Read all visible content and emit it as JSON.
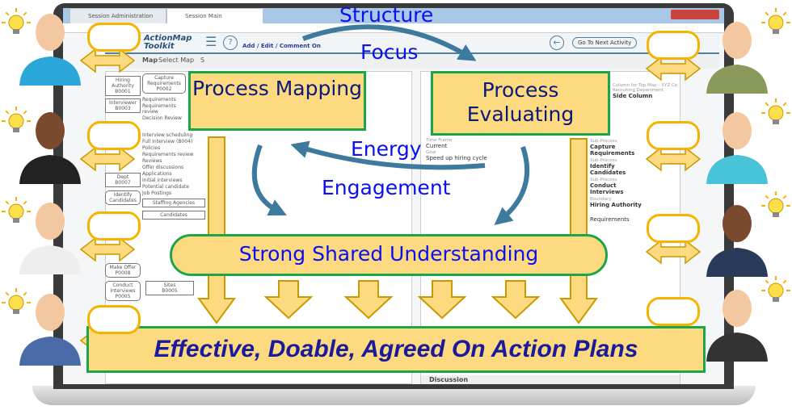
{
  "browser": {
    "tabs": [
      "Session Administration",
      "Session Main"
    ]
  },
  "app": {
    "logo": "ActionMap Toolkit",
    "help": "?",
    "center_link": "Add / Edit / Comment On",
    "next_button": "Go To Next Activity",
    "toolbar": [
      "Map",
      "Select Map",
      "S"
    ]
  },
  "map": {
    "boxes": [
      {
        "name": "Hiring Authority",
        "id": "B0001"
      },
      {
        "name": "Interviewer",
        "id": "B0003"
      },
      {
        "name": "Dept",
        "id": "B0007"
      },
      {
        "name": "Capture Requirements",
        "id": "P0002"
      },
      {
        "name": "Identify Candidates",
        "id": ""
      },
      {
        "name": "Conduct Interviews",
        "id": "P0005"
      },
      {
        "name": "Make Offer",
        "id": "P0008"
      },
      {
        "name": "Staffing Agencies",
        "id": ""
      },
      {
        "name": "Candidates",
        "id": ""
      },
      {
        "name": "Sites",
        "id": "B0005"
      }
    ],
    "flows": [
      "Requirements",
      "Requirements review",
      "Decision Review",
      "Interview scheduling",
      "Full Interview (B004)",
      "Policies",
      "Requirements review",
      "Reviews",
      "Offer discussions",
      "Applications",
      "Initial interviews",
      "Potential candidate",
      "Job Postings"
    ]
  },
  "right_panel": {
    "items": [
      {
        "label": "Time Frame",
        "value": "Current"
      },
      {
        "label": "Goal",
        "value": "Speed up hiring cycle"
      },
      {
        "label": "Sub-Process",
        "value": "Capture Requirements"
      },
      {
        "label": "Sub-Process",
        "value": "Identify Candidates"
      },
      {
        "label": "Sub-Process",
        "value": "Conduct Interviews"
      },
      {
        "label": "Column for Top Map - XYZ Co Recruiting Department",
        "value": "Side Column"
      },
      {
        "label": "Boundary",
        "value": "Hiring Authority"
      },
      {
        "label": "",
        "value": "Requirements"
      }
    ],
    "discussion": "Discussion"
  },
  "overlay": {
    "keywords": [
      "Structure",
      "Focus",
      "Energy",
      "Engagement"
    ],
    "process_mapping": "Process Mapping",
    "process_evaluating": "Process Evaluating",
    "understanding": "Strong Shared Understanding",
    "outcome": "Effective, Doable, Agreed On Action Plans"
  },
  "colors": {
    "box_fill": "#fdd97f",
    "box_border": "#1ca64b",
    "keyword": "#0a10f0",
    "arrow": "#3d7a9e",
    "box_text": "#0a1a7a"
  },
  "people_count": 8
}
